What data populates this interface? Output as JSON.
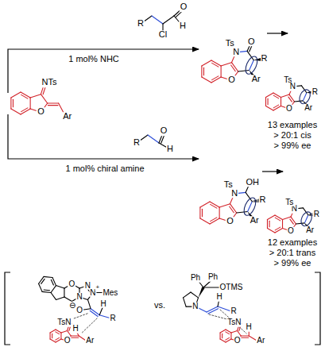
{
  "diagram": {
    "labels": [
      "R",
      "Cl",
      "O",
      "H",
      "NTs",
      "O",
      "Ar",
      "1 mol% NHC",
      "1 mol% chiral amine",
      "R",
      "O",
      "H",
      "Ts",
      "N",
      "O",
      "R",
      "O",
      "Ar",
      "Ts",
      "N",
      "O",
      "Ar",
      "R",
      "13 examples",
      "> 20:1 cis",
      "> 99% ee",
      "Ts",
      "N",
      "OH",
      "R",
      "O",
      "Ar",
      "O",
      "N",
      "Ts",
      "Ar",
      "R",
      "12 examples",
      "> 20:1 trans",
      "> 99% ee",
      "O",
      "N",
      "N",
      "N",
      "+",
      "Mes",
      "⊖",
      "O",
      "H",
      "R",
      "TsN",
      "O",
      "H",
      "Ar",
      "vs.",
      "Ph",
      "Ph",
      "OTMS",
      "N",
      "H",
      "R",
      "TsN",
      "O",
      "H",
      "Ar"
    ]
  }
}
